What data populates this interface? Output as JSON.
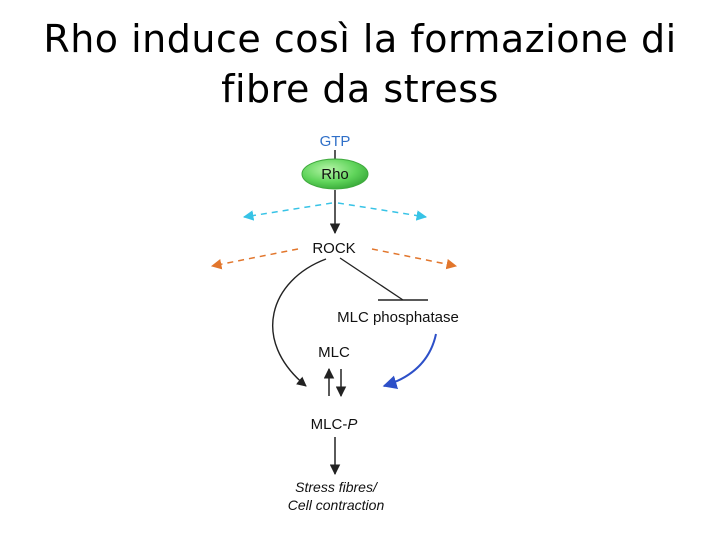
{
  "title": {
    "line1": "Rho induce così la formazione di",
    "line2": "fibre da stress"
  },
  "diagram": {
    "gtp": "GTP",
    "rho": "Rho",
    "rock": "ROCK",
    "mlc_phosphatase": "MLC phosphatase",
    "mlc": "MLC",
    "mlc_p_prefix": "MLC-",
    "mlc_p_suffix": "P",
    "outcome_line1": "Stress fibres/",
    "outcome_line2": "Cell contraction"
  },
  "colors": {
    "gtp_text": "#2f6fc8",
    "rho_fill": "#5fd45a",
    "cyan_branch": "#37c3e6",
    "orange_branch": "#e2762c",
    "phosphatase_arrow": "#2d50c8",
    "line": "#222222"
  }
}
